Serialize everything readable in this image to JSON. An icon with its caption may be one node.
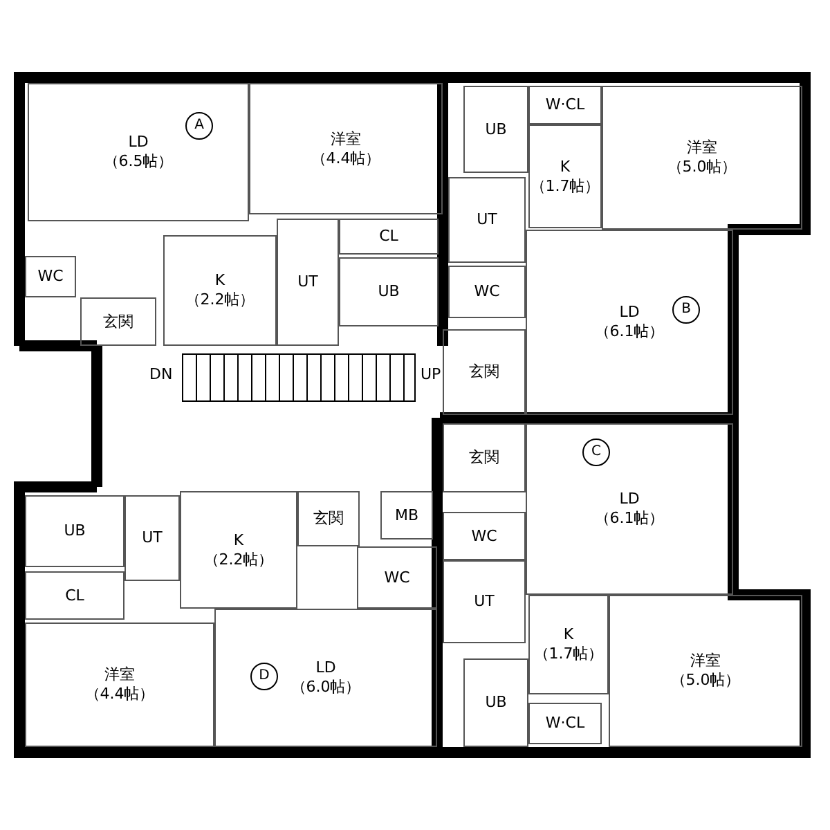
{
  "diagram": {
    "nodes": [
      {
        "text": [
          "LD",
          "（6.5帖）"
        ]
      },
      {
        "text": [
          "A"
        ],
        "in": 0
      },
      {
        "text": [
          "洋室",
          "（4.4帖）"
        ]
      },
      {
        "text": [
          "UB"
        ]
      },
      {
        "text": [
          "W·CL"
        ]
      },
      {
        "text": [
          "洋室",
          "（5.0帖）"
        ]
      },
      {
        "text": [
          "K",
          "（1.7帖）"
        ]
      },
      {
        "text": [
          "UT"
        ]
      },
      {
        "text": [
          "CL"
        ]
      },
      {
        "text": [
          "WC"
        ]
      },
      {
        "text": [
          "K",
          "（2.2帖）"
        ]
      },
      {
        "text": [
          "UT"
        ]
      },
      {
        "text": [
          "UB"
        ]
      },
      {
        "text": [
          "WC"
        ]
      },
      {
        "text": [
          "玄関"
        ]
      },
      {
        "text": [
          "LD",
          "（6.1帖）"
        ]
      },
      {
        "text": [
          "B"
        ],
        "in": 15
      },
      {
        "text": [
          "玄関"
        ]
      },
      {
        "text": [
          "玄関"
        ]
      },
      {
        "text": [
          "LD",
          "（6.1帖）"
        ]
      },
      {
        "text": [
          "C"
        ],
        "in": 19
      },
      {
        "text": [
          "UB"
        ]
      },
      {
        "text": [
          "UT"
        ]
      },
      {
        "text": [
          "K",
          "（2.2帖）"
        ]
      },
      {
        "text": [
          "玄関"
        ]
      },
      {
        "text": [
          "MB"
        ]
      },
      {
        "text": [
          "WC"
        ]
      },
      {
        "text": [
          "WC"
        ]
      },
      {
        "text": [
          "CL"
        ]
      },
      {
        "text": [
          "UT"
        ]
      },
      {
        "text": [
          "K",
          "（1.7帖）"
        ]
      },
      {
        "text": [
          "洋室",
          "（5.0帖）"
        ]
      },
      {
        "text": [
          "UB"
        ]
      },
      {
        "text": [
          "W·CL"
        ]
      },
      {
        "text": [
          "洋室",
          "（4.4帖）"
        ]
      },
      {
        "text": [
          "LD",
          "（6.0帖）"
        ]
      },
      {
        "text": [
          "D"
        ],
        "in": 35
      }
    ],
    "edges": [],
    "labels": [
      "DN",
      "UP"
    ]
  }
}
